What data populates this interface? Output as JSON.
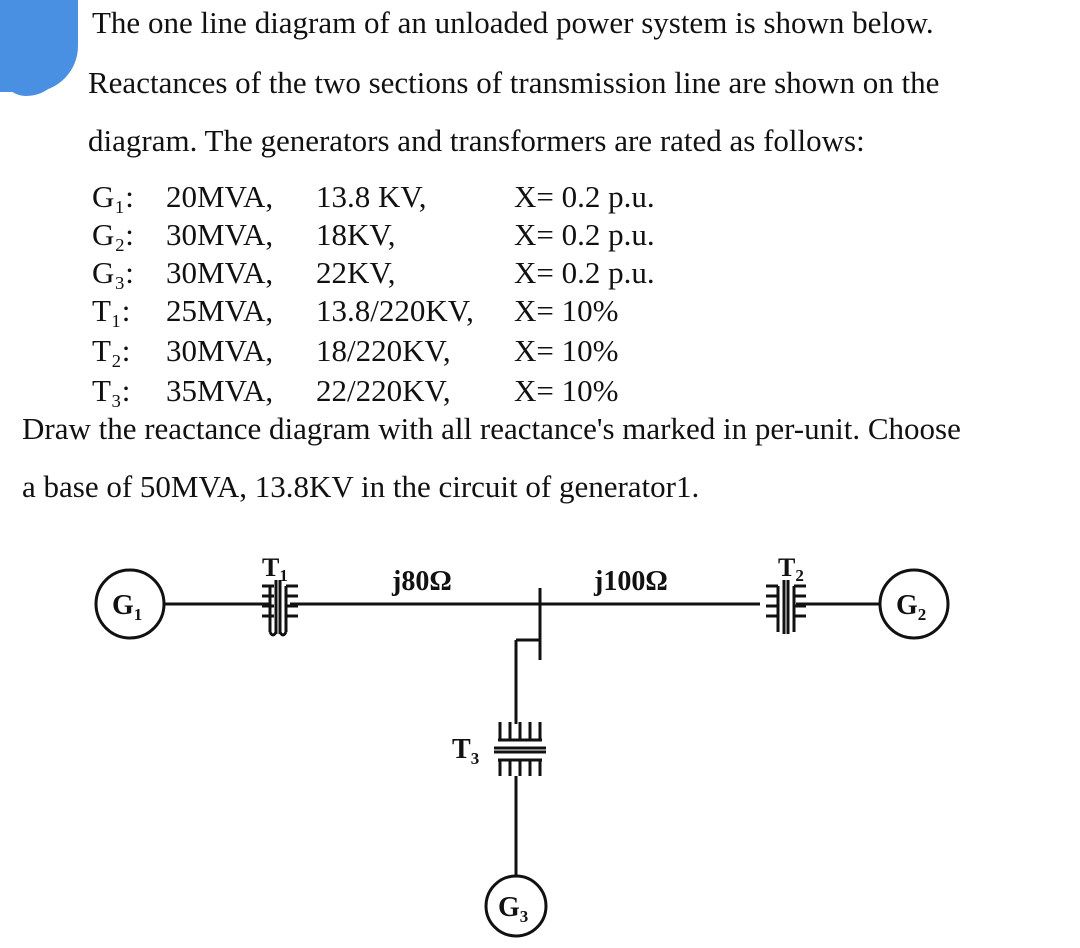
{
  "paragraph": {
    "line1": "The one line diagram of an unloaded power system is shown below.",
    "line2": "Reactances of the two sections of transmission line are shown on the",
    "line3": "diagram. The generators and transformers are rated as follows:",
    "line4": "Draw the reactance diagram with all reactance's marked in per-unit. Choose",
    "line5": "a base of 50MVA, 13.8KV in the circuit of generator1."
  },
  "ratings": [
    {
      "name": "G₁:",
      "mva": "20MVA,",
      "kv": "13.8 KV,",
      "x": "X= 0.2 p.u."
    },
    {
      "name": "G₂:",
      "mva": "30MVA,",
      "kv": "18KV,",
      "x": "X= 0.2 p.u."
    },
    {
      "name": "G₃:",
      "mva": "30MVA,",
      "kv": "22KV,",
      "x": "X= 0.2 p.u."
    },
    {
      "name": "T₁:",
      "mva": "25MVA,",
      "kv": "13.8/220KV,",
      "x": "X= 10%"
    },
    {
      "name": "T₂:",
      "mva": "30MVA,",
      "kv": "18/220KV,",
      "x": "X= 10%"
    },
    {
      "name": "T₃:",
      "mva": "35MVA,",
      "kv": "22/220KV,",
      "x": "X= 10%"
    }
  ],
  "diagram": {
    "g1": {
      "letter": "G",
      "sub": "1"
    },
    "g2": {
      "letter": "G",
      "sub": "2"
    },
    "g3": {
      "letter": "G",
      "sub": "3"
    },
    "t1": {
      "letter": "T",
      "sub": "1"
    },
    "t2": {
      "letter": "T",
      "sub": "2"
    },
    "t3": {
      "letter": "T",
      "sub": "3"
    },
    "line1_reactance": "j80Ω",
    "line2_reactance": "j100Ω"
  },
  "colors": {
    "highlight": "#4a90e2",
    "ink": "#111111",
    "background": "#ffffff"
  }
}
